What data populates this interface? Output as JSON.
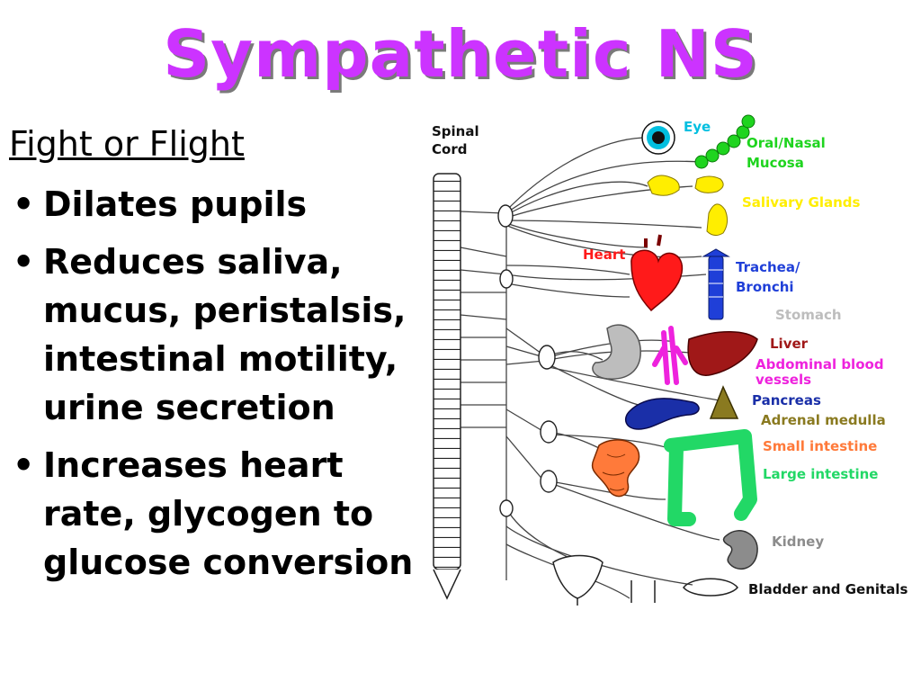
{
  "slide": {
    "title": "Sympathetic NS",
    "subtitle": "Fight or Flight",
    "bullets": [
      {
        "lines": [
          "Dilates pupils"
        ]
      },
      {
        "lines": [
          "Reduces saliva,",
          "mucus, peristalsis,",
          "intestinal motility,",
          "urine secretion"
        ]
      },
      {
        "lines": [
          "Increases heart",
          "rate, glycogen to",
          "glucose conversion"
        ]
      }
    ],
    "bullet_glyph": "•"
  },
  "diagram": {
    "spinal_cord_label": [
      "Spinal",
      "Cord"
    ],
    "organs": [
      {
        "name": "Eye",
        "lines": [
          "Eye"
        ],
        "color": "#00bfe0",
        "icon": "eye-icon"
      },
      {
        "name": "Oral/Nasal Mucosa",
        "lines": [
          "Oral/Nasal",
          "Mucosa"
        ],
        "color": "#1fd41f",
        "icon": "mucosa-icon"
      },
      {
        "name": "Salivary Glands",
        "lines": [
          "Salivary Glands"
        ],
        "color": "#ffee00",
        "icon": "salivary-gland-icon"
      },
      {
        "name": "Heart",
        "lines": [
          "Heart"
        ],
        "color": "#ff1a1a",
        "icon": "heart-icon"
      },
      {
        "name": "Trachea/Bronchi",
        "lines": [
          "Trachea/",
          "Bronchi"
        ],
        "color": "#1f3fd8",
        "icon": "trachea-icon"
      },
      {
        "name": "Stomach",
        "lines": [
          "Stomach"
        ],
        "color": "#bdbdbd",
        "icon": "stomach-icon"
      },
      {
        "name": "Liver",
        "lines": [
          "Liver"
        ],
        "color": "#a01818",
        "icon": "liver-icon"
      },
      {
        "name": "Abdominal blood vessels",
        "lines": [
          "Abdominal blood",
          "vessels"
        ],
        "color": "#ee22dd",
        "icon": "blood-vessel-icon"
      },
      {
        "name": "Pancreas",
        "lines": [
          "Pancreas"
        ],
        "color": "#1a2fa8",
        "icon": "pancreas-icon"
      },
      {
        "name": "Adrenal medulla",
        "lines": [
          "Adrenal medulla"
        ],
        "color": "#8a7a20",
        "icon": "adrenal-icon"
      },
      {
        "name": "Small intestine",
        "lines": [
          "Small intestine"
        ],
        "color": "#ff7a3a",
        "icon": "small-intestine-icon"
      },
      {
        "name": "Large intestine",
        "lines": [
          "Large intestine"
        ],
        "color": "#22d866",
        "icon": "large-intestine-icon"
      },
      {
        "name": "Kidney",
        "lines": [
          "Kidney"
        ],
        "color": "#8c8c8c",
        "icon": "kidney-icon"
      },
      {
        "name": "Bladder and Genitals",
        "lines": [
          "Bladder and Genitals"
        ],
        "color": "#111111",
        "icon": "bladder-icon"
      }
    ]
  }
}
